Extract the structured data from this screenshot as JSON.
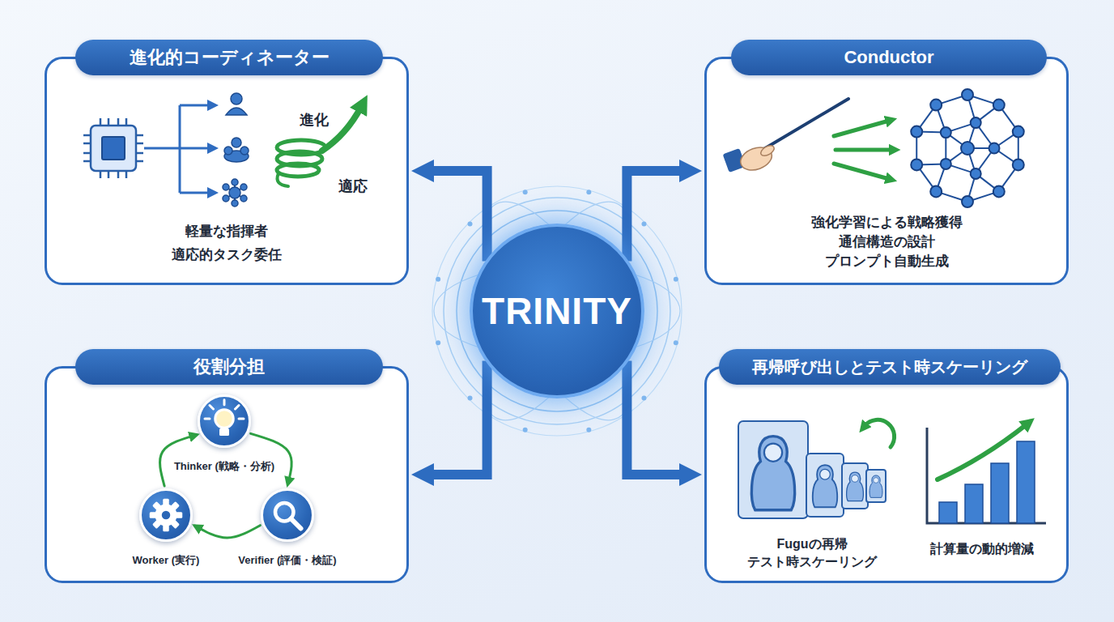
{
  "diagram": {
    "nodes": [
      {
        "text": [
          "進化的コーディネーター",
          "軽量な指揮者",
          "適応的タスク委任"
        ]
      },
      {
        "text": [
          "Conductor",
          "強化学習による戦略獲得",
          "通信構造の設計",
          "プロンプト自動生成"
        ]
      },
      {
        "text": [
          "TRINITY"
        ]
      },
      {
        "text": [
          "役割分担"
        ]
      },
      {
        "text": [
          "Thinker (戦略・分析)"
        ],
        "in": 3
      },
      {
        "text": [
          "Verifier (評価・検証)"
        ],
        "in": 3
      },
      {
        "text": [
          "Worker (実行)"
        ],
        "in": 3
      },
      {
        "text": [
          "再帰呼び出しとテスト時スケーリング",
          "Fuguの再帰 テスト時スケーリング",
          "計算量の動的増減"
        ]
      }
    ],
    "edges": [
      {
        "from": 2,
        "to": 0,
        "arrow": "to"
      },
      {
        "from": 2,
        "to": 1,
        "arrow": "to"
      },
      {
        "from": 2,
        "to": 3,
        "arrow": "to"
      },
      {
        "from": 2,
        "to": 7,
        "arrow": "to"
      },
      {
        "from": 4,
        "to": 5,
        "arrow": "to"
      },
      {
        "from": 5,
        "to": 6,
        "arrow": "to"
      },
      {
        "from": 6,
        "to": 4,
        "arrow": "to"
      }
    ],
    "labels": [
      "進化",
      "適応"
    ]
  }
}
